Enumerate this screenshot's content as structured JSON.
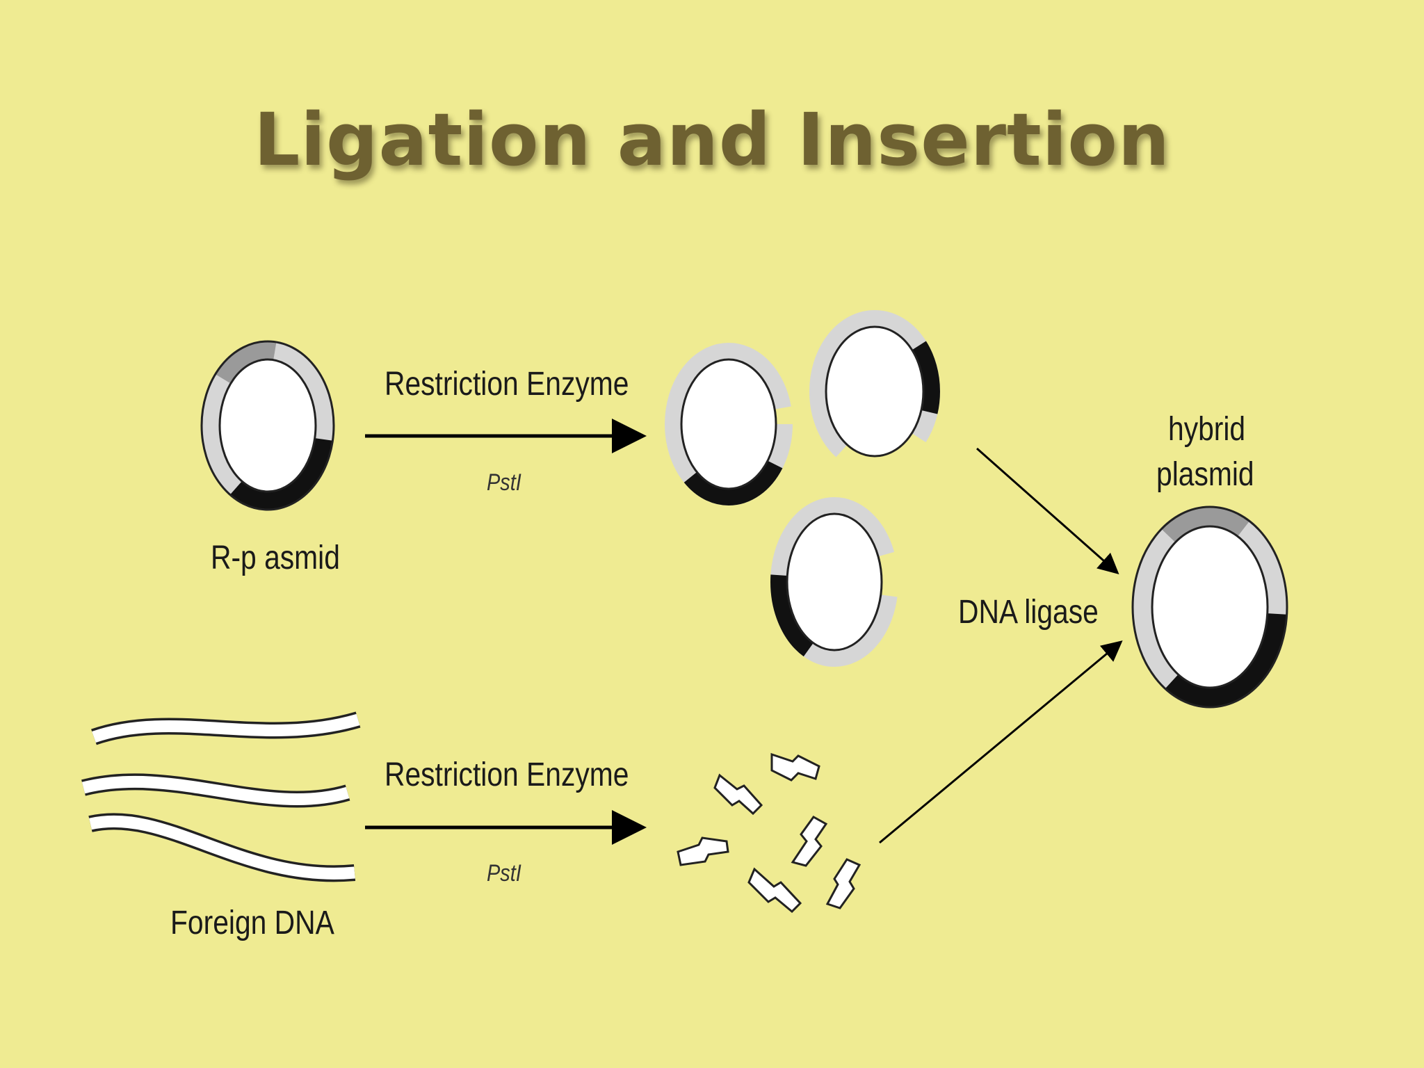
{
  "title": "Ligation and Insertion",
  "labels": {
    "r_plasmid": "R-p asmid",
    "restriction_enzyme_top": "Restriction Enzyme",
    "enzyme_top": "PstI",
    "restriction_enzyme_bottom": "Restriction Enzyme",
    "enzyme_bottom": "PstI",
    "foreign_dna": "Foreign DNA",
    "dna_ligase": "DNA ligase",
    "hybrid_line1": "hybrid",
    "hybrid_line2": "plasmid"
  },
  "colors": {
    "background": "#EFEB92",
    "title": "#6E6131",
    "ring_light": "#D6D6D6",
    "ring_mid": "#9A9A9A",
    "ring_dark": "#111111"
  }
}
